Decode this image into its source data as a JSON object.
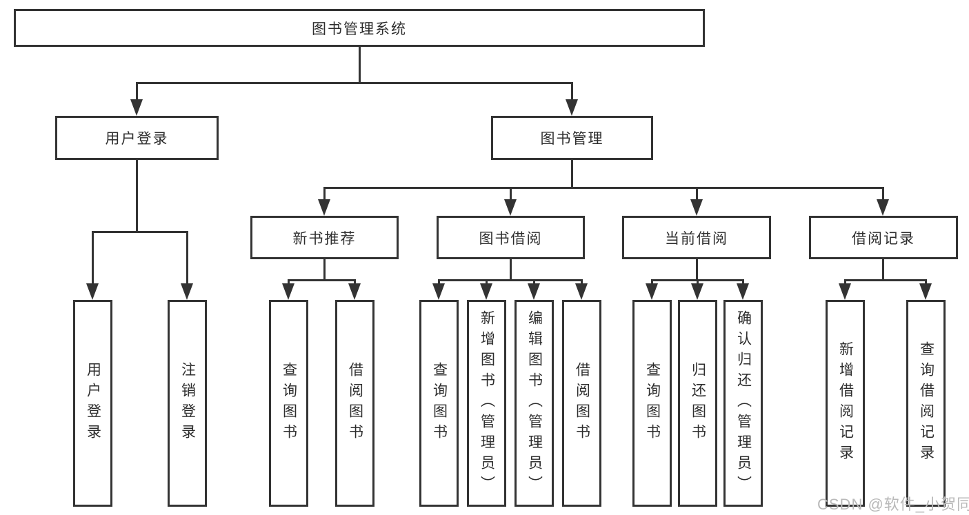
{
  "diagram_title": "图书管理系统",
  "colors": {
    "line": "#333333",
    "box_border": "#333333",
    "text": "#2e2e2e",
    "background": "#ffffff",
    "watermark": "#b9b9b9"
  },
  "watermark": {
    "text": "CSDN @软件_小贺同学"
  },
  "tree": {
    "label": "图书管理系统",
    "children": [
      {
        "label": "用户登录",
        "children": [
          {
            "label": "用户登录"
          },
          {
            "label": "注销登录"
          }
        ]
      },
      {
        "label": "图书管理",
        "children": [
          {
            "label": "新书推荐",
            "children": [
              {
                "label": "查询图书"
              },
              {
                "label": "借阅图书"
              }
            ]
          },
          {
            "label": "图书借阅",
            "children": [
              {
                "label": "查询图书"
              },
              {
                "label": "新增图书（管理员）"
              },
              {
                "label": "编辑图书（管理员）"
              },
              {
                "label": "借阅图书"
              }
            ]
          },
          {
            "label": "当前借阅",
            "children": [
              {
                "label": "查询图书"
              },
              {
                "label": "归还图书"
              },
              {
                "label": "确认归还（管理员）"
              }
            ]
          },
          {
            "label": "借阅记录",
            "children": [
              {
                "label": "新增借阅记录"
              },
              {
                "label": "查询借阅记录"
              }
            ]
          }
        ]
      }
    ]
  }
}
